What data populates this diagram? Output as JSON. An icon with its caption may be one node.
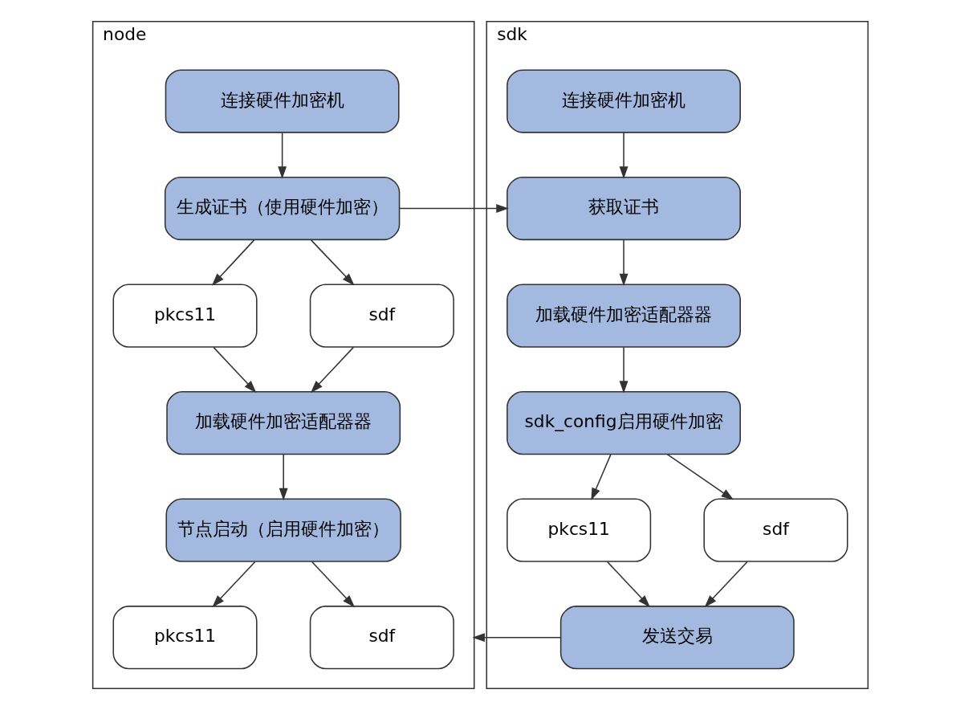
{
  "diagram": {
    "nodes": [
      {
        "text": [
          "node"
        ]
      },
      {
        "text": [
          "连接硬件加密机"
        ],
        "in": 0
      },
      {
        "text": [
          "生成证书（使用硬件加密）"
        ],
        "in": 0
      },
      {
        "text": [
          "pkcs11"
        ],
        "in": 0
      },
      {
        "text": [
          "sdf"
        ],
        "in": 0
      },
      {
        "text": [
          "加载硬件加密适配器器"
        ],
        "in": 0
      },
      {
        "text": [
          "节点启动（启用硬件加密）"
        ],
        "in": 0
      },
      {
        "text": [
          "pkcs11"
        ],
        "in": 0
      },
      {
        "text": [
          "sdf"
        ],
        "in": 0
      },
      {
        "text": [
          "sdk"
        ]
      },
      {
        "text": [
          "连接硬件加密机"
        ],
        "in": 9
      },
      {
        "text": [
          "获取证书"
        ],
        "in": 9
      },
      {
        "text": [
          "加载硬件加密适配器器"
        ],
        "in": 9
      },
      {
        "text": [
          "sdk_config启用硬件加密"
        ],
        "in": 9
      },
      {
        "text": [
          "pkcs11"
        ],
        "in": 9
      },
      {
        "text": [
          "sdf"
        ],
        "in": 9
      },
      {
        "text": [
          "发送交易"
        ],
        "in": 9
      }
    ],
    "edges": [
      {
        "from": 1,
        "to": 2,
        "arrow": "to"
      },
      {
        "from": 2,
        "to": 3,
        "arrow": "to"
      },
      {
        "from": 2,
        "to": 4,
        "arrow": "to"
      },
      {
        "from": 3,
        "to": 5,
        "arrow": "to"
      },
      {
        "from": 4,
        "to": 5,
        "arrow": "to"
      },
      {
        "from": 5,
        "to": 6,
        "arrow": "to"
      },
      {
        "from": 6,
        "to": 7,
        "arrow": "to"
      },
      {
        "from": 6,
        "to": 8,
        "arrow": "to"
      },
      {
        "from": 2,
        "to": 11,
        "arrow": "to"
      },
      {
        "from": 10,
        "to": 11,
        "arrow": "to"
      },
      {
        "from": 11,
        "to": 12,
        "arrow": "to"
      },
      {
        "from": 12,
        "to": 13,
        "arrow": "to"
      },
      {
        "from": 13,
        "to": 14,
        "arrow": "to"
      },
      {
        "from": 13,
        "to": 15,
        "arrow": "to"
      },
      {
        "from": 14,
        "to": 16,
        "arrow": "to"
      },
      {
        "from": 15,
        "to": 16,
        "arrow": "to"
      },
      {
        "from": 16,
        "to": 0,
        "arrow": "to"
      }
    ]
  }
}
